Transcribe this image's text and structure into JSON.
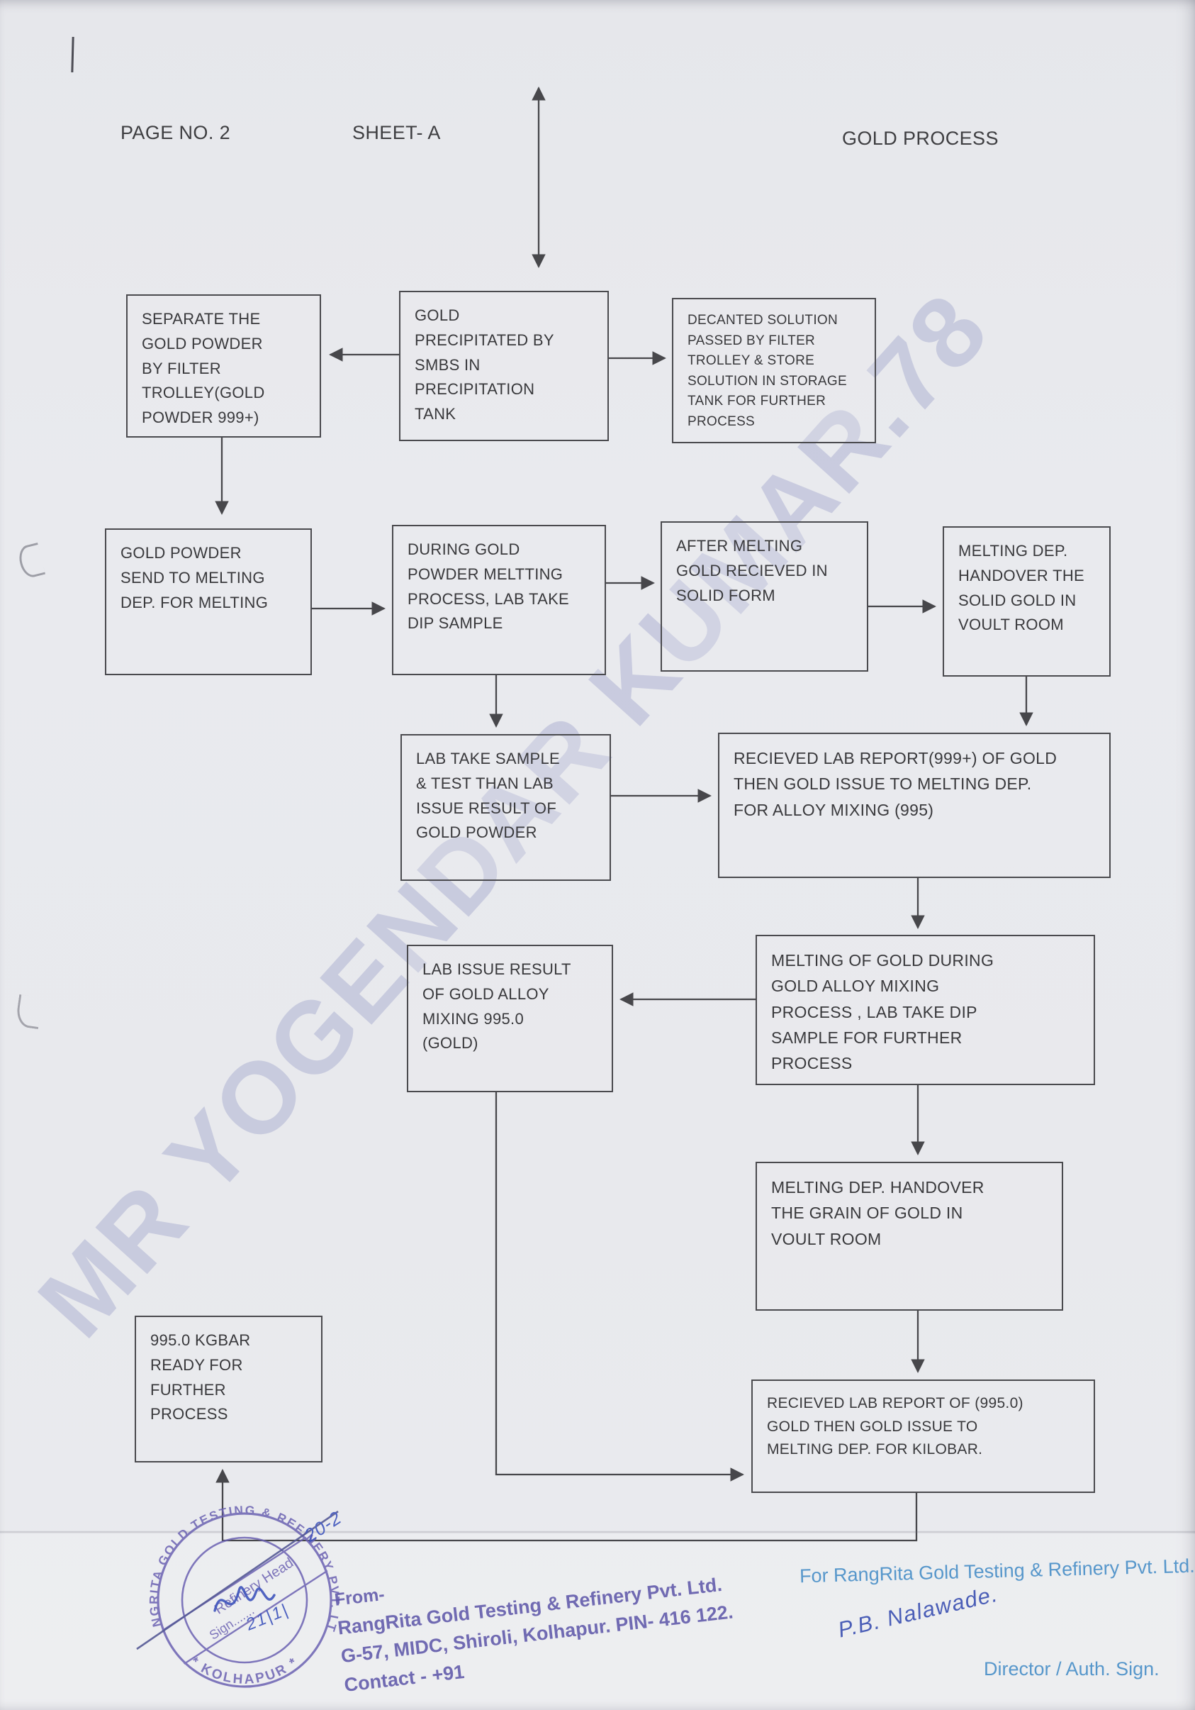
{
  "header": {
    "page_no": "PAGE NO. 2",
    "sheet": "SHEET- A",
    "title": "GOLD PROCESS"
  },
  "watermark": "MR YOGENDAR KUMAR.78",
  "flowchart": {
    "b1": "SEPARATE THE\nGOLD POWDER\nBY FILTER\nTROLLEY(GOLD\nPOWDER 999+)",
    "b2": "GOLD\nPRECIPITATED BY\nSMBS IN\nPRECIPITATION\nTANK",
    "b3": "DECANTED SOLUTION\nPASSED BY FILTER\nTROLLEY   & STORE\nSOLUTION IN STORAGE\nTANK FOR FURTHER\nPROCESS",
    "b4": "GOLD POWDER\nSEND TO  MELTING\nDEP. FOR MELTING",
    "b5": "DURING GOLD\nPOWDER MELTTING\nPROCESS, LAB TAKE\nDIP SAMPLE",
    "b6": "AFTER MELTING\nGOLD RECIEVED IN\nSOLID FORM",
    "b7": "MELTING DEP.\nHANDOVER THE\nSOLID GOLD IN\nVOULT ROOM",
    "b8": "LAB TAKE SAMPLE\n& TEST THAN LAB\nISSUE RESULT OF\nGOLD POWDER",
    "b9": "RECIEVED LAB REPORT(999+) OF GOLD\nTHEN  GOLD ISSUE TO MELTING DEP.\nFOR ALLOY MIXING (995)",
    "b10": "MELTING OF GOLD DURING\nGOLD  ALLOY MIXING\nPROCESS ,  LAB TAKE DIP\nSAMPLE FOR FURTHER\nPROCESS",
    "b11": "LAB ISSUE RESULT\nOF GOLD ALLOY\nMIXING 995.0\n(GOLD)",
    "b12": "MELTING DEP. HANDOVER\nTHE GRAIN OF GOLD IN\nVOULT ROOM",
    "b13": "RECIEVED LAB REPORT OF (995.0)\nGOLD THEN GOLD ISSUE TO\nMELTING DEP. FOR KILOBAR.",
    "b14": "995.0 KGBAR\nREADY FOR\nFURTHER\nPROCESS"
  },
  "footer": {
    "stamp": {
      "ring_top": "RANGRITA GOLD TESTING & REFINERY PVT. LTD.",
      "ring_bottom": "* KOLHAPUR *",
      "band_title": "Refinery Head",
      "band_sign": "Sign.......",
      "hand_date": "21|1|",
      "hand_date_tail": "20-2"
    },
    "from_block": {
      "line1": "From-",
      "line2": "RangRita Gold Testing & Refinery Pvt. Ltd.",
      "line3": "G-57, MIDC, Shiroli, Kolhapur. PIN- 416 122.",
      "line4": "Contact - +91"
    },
    "sign_block": {
      "for_line": "For RangRita Gold Testing & Refinery Pvt. Ltd.",
      "signature": "P.B. Nalawade.",
      "title": "Director / Auth. Sign."
    }
  },
  "colors": {
    "ink": "#3a3a3d",
    "box_border": "#4a4a4e",
    "stamp_purple": "#6b62b2",
    "signature_blue": "#3f55bd",
    "footer_purple": "#5f58a8",
    "footer_blue": "#4a8fc8",
    "watermark": "#989ec7"
  }
}
